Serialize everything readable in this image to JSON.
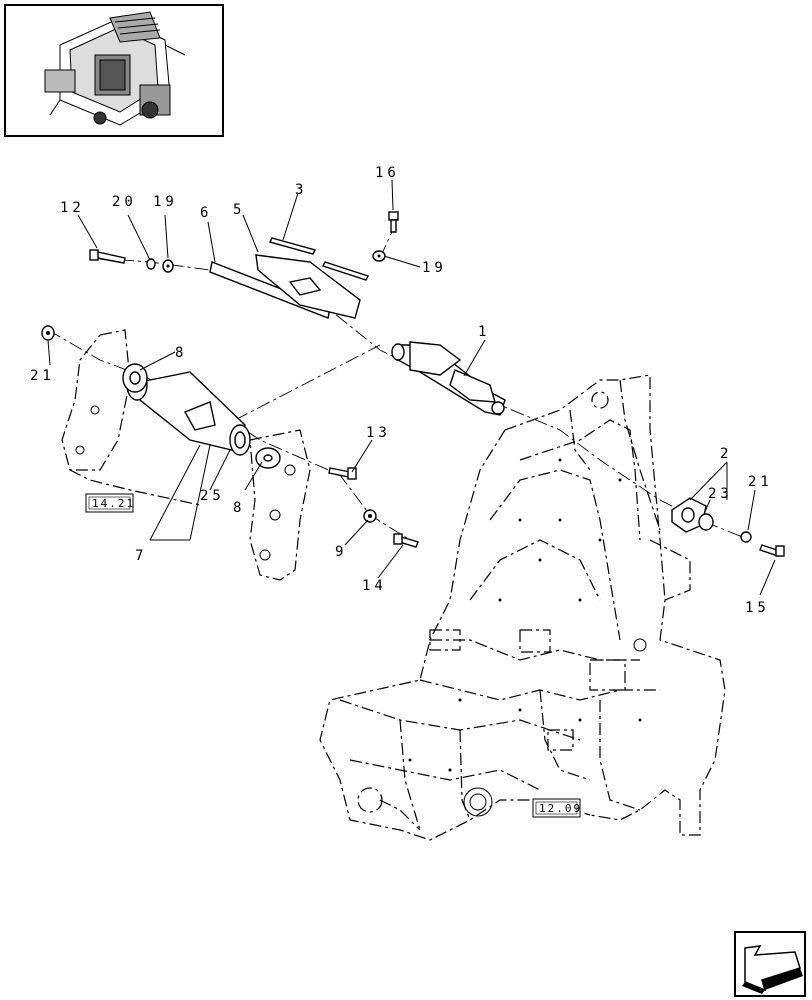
{
  "callouts": {
    "c1": "1",
    "c2": "2",
    "c3": "3",
    "c5": "5",
    "c6": "6",
    "c7": "7",
    "c8a": "8",
    "c8b": "8",
    "c9": "9",
    "c12": "12",
    "c13": "13",
    "c14": "14",
    "c15": "15",
    "c16": "16",
    "c19a": "19",
    "c19b": "19",
    "c20": "20",
    "c21a": "21",
    "c21b": "21",
    "c23": "23",
    "c25": "25"
  },
  "references": {
    "ref_left": "14.21",
    "ref_bottom": "12.09"
  },
  "icons": {
    "thumbnail": "baler-overview-thumbnail",
    "navigation": "next-page-arrow-icon"
  }
}
